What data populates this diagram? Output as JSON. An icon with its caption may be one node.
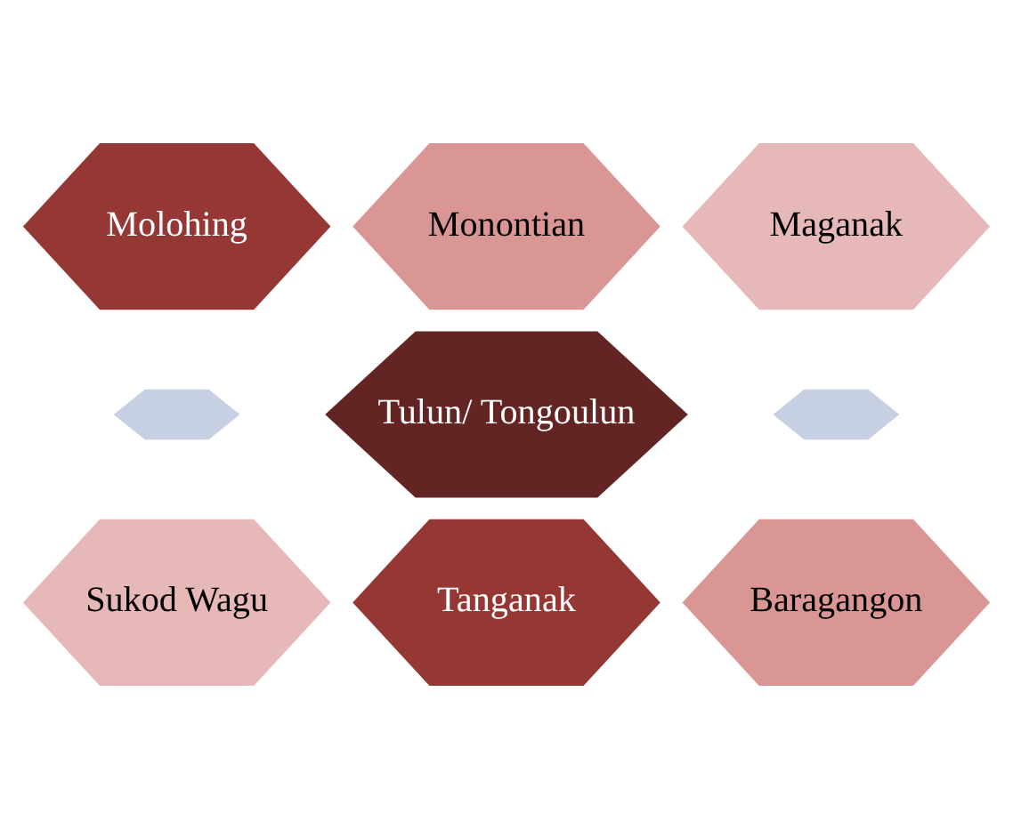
{
  "diagram": {
    "nodes": [
      {
        "text": [
          "Monontian"
        ]
      },
      {
        "text": [
          "Molohing"
        ]
      },
      {
        "text": [
          "Maganak"
        ]
      },
      {
        "text": [
          "Tulun/ Tongoulun"
        ]
      },
      {
        "text": [],
        "shape": "hexagon"
      },
      {
        "text": [],
        "shape": "hexagon"
      },
      {
        "text": [
          "Sukod Wagu"
        ]
      },
      {
        "text": [
          "Baragangon"
        ]
      },
      {
        "text": [
          "Tanganak"
        ]
      }
    ],
    "edges": []
  }
}
